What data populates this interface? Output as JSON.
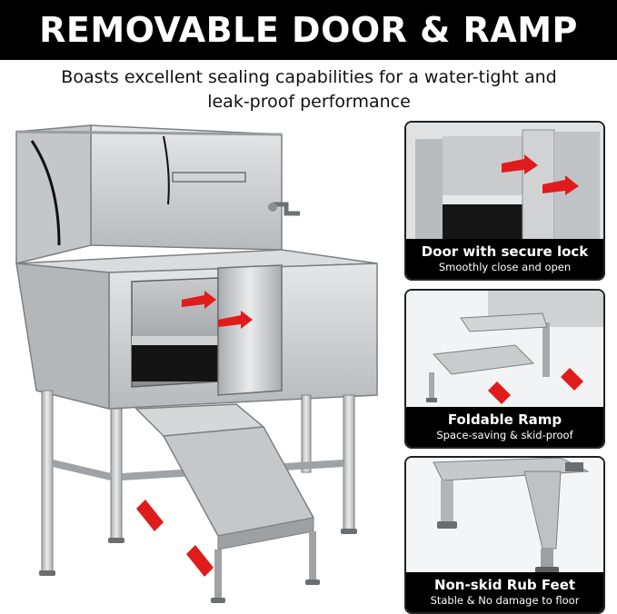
{
  "header": {
    "title": "REMOVABLE DOOR & RAMP"
  },
  "subtitle": {
    "line1": "Boasts excellent sealing capabilities for a water-tight and",
    "line2": "leak-proof performance"
  },
  "panels": [
    {
      "title": "Door  with secure lock",
      "subtitle": "Smoothly close and open"
    },
    {
      "title": "Foldable Ramp",
      "subtitle": "Space-saving & skid-proof"
    },
    {
      "title": "Non-skid Rub Feet",
      "subtitle": "Stable & No damage to floor"
    }
  ],
  "colors": {
    "header_bg": "#000000",
    "arrow": "#e01b1b",
    "steel": "#c9cccf",
    "steel_dark": "#8d9094"
  }
}
